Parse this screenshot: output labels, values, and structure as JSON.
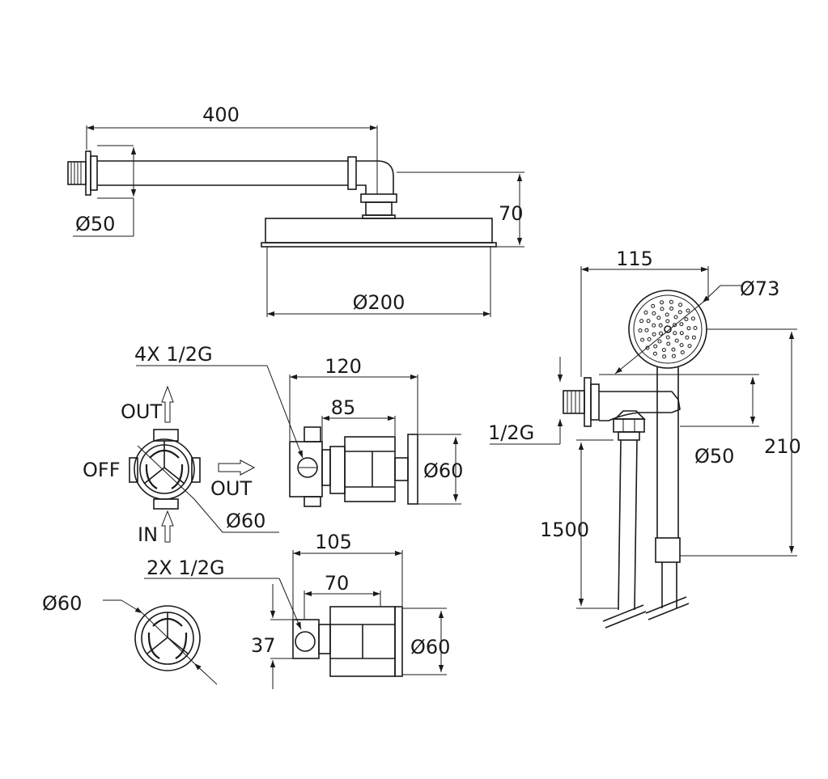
{
  "labels": {
    "arm_length": "400",
    "flange_dia": "Ø50",
    "head_drop": "70",
    "head_dia": "Ø200",
    "inlets_4x": "4X 1/2G",
    "valve_len_120": "120",
    "valve_len_85": "85",
    "out_top": "OUT",
    "off": "OFF",
    "out_right": "OUT",
    "in": "IN",
    "knob_dia_upper": "Ø60",
    "plate_dia_upper": "Ø60",
    "valve_len_105": "105",
    "valve_len_70": "70",
    "inlets_2x": "2X 1/2G",
    "knob_dia_lower": "Ø60",
    "height_37": "37",
    "plate_dia_lower": "Ø60",
    "hs_width": "115",
    "hs_dia": "Ø73",
    "outlet_thread": "1/2G",
    "outlet_dia": "Ø50",
    "hs_height": "210",
    "hose_len": "1500"
  }
}
